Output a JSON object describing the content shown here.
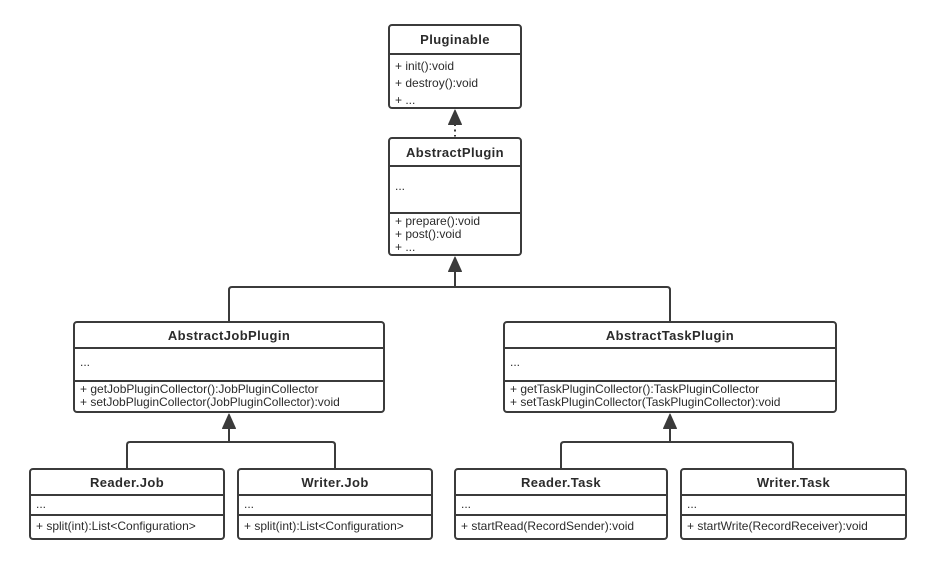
{
  "page": {
    "background_color": "#ffffff",
    "line_color": "#3b3b3b",
    "text_color": "#2b2b2b"
  },
  "diagram": {
    "type": "uml-class-diagram",
    "classes": {
      "pluginable": {
        "name": "Pluginable",
        "methods": [
          "+ init():void",
          "+ destroy():void",
          "+ ..."
        ]
      },
      "abstract_plugin": {
        "name": "AbstractPlugin",
        "fields": [
          "..."
        ],
        "methods": [
          "+ prepare():void",
          "+ post():void",
          "+ ..."
        ]
      },
      "abstract_job_plugin": {
        "name": "AbstractJobPlugin",
        "fields": [
          "..."
        ],
        "methods": [
          "+ getJobPluginCollector():JobPluginCollector",
          "+ setJobPluginCollector(JobPluginCollector):void"
        ]
      },
      "abstract_task_plugin": {
        "name": "AbstractTaskPlugin",
        "fields": [
          "..."
        ],
        "methods": [
          "+ getTaskPluginCollector():TaskPluginCollector",
          "+ setTaskPluginCollector(TaskPluginCollector):void"
        ]
      },
      "reader_job": {
        "name": "Reader.Job",
        "fields": [
          "..."
        ],
        "methods": [
          "+ split(int):List<Configuration>"
        ]
      },
      "writer_job": {
        "name": "Writer.Job",
        "fields": [
          "..."
        ],
        "methods": [
          "+ split(int):List<Configuration>"
        ]
      },
      "reader_task": {
        "name": "Reader.Task",
        "fields": [
          "..."
        ],
        "methods": [
          "+ startRead(RecordSender):void"
        ]
      },
      "writer_task": {
        "name": "Writer.Task",
        "fields": [
          "..."
        ],
        "methods": [
          "+ startWrite(RecordReceiver):void"
        ]
      }
    },
    "relationships": [
      {
        "from": "AbstractPlugin",
        "to": "Pluginable",
        "type": "generalization",
        "line": "dashed"
      },
      {
        "from": "AbstractJobPlugin",
        "to": "AbstractPlugin",
        "type": "generalization",
        "line": "solid"
      },
      {
        "from": "AbstractTaskPlugin",
        "to": "AbstractPlugin",
        "type": "generalization",
        "line": "solid"
      },
      {
        "from": "Reader.Job",
        "to": "AbstractJobPlugin",
        "type": "generalization",
        "line": "solid"
      },
      {
        "from": "Writer.Job",
        "to": "AbstractJobPlugin",
        "type": "generalization",
        "line": "solid"
      },
      {
        "from": "Reader.Task",
        "to": "AbstractTaskPlugin",
        "type": "generalization",
        "line": "solid"
      },
      {
        "from": "Writer.Task",
        "to": "AbstractTaskPlugin",
        "type": "generalization",
        "line": "solid"
      }
    ]
  }
}
